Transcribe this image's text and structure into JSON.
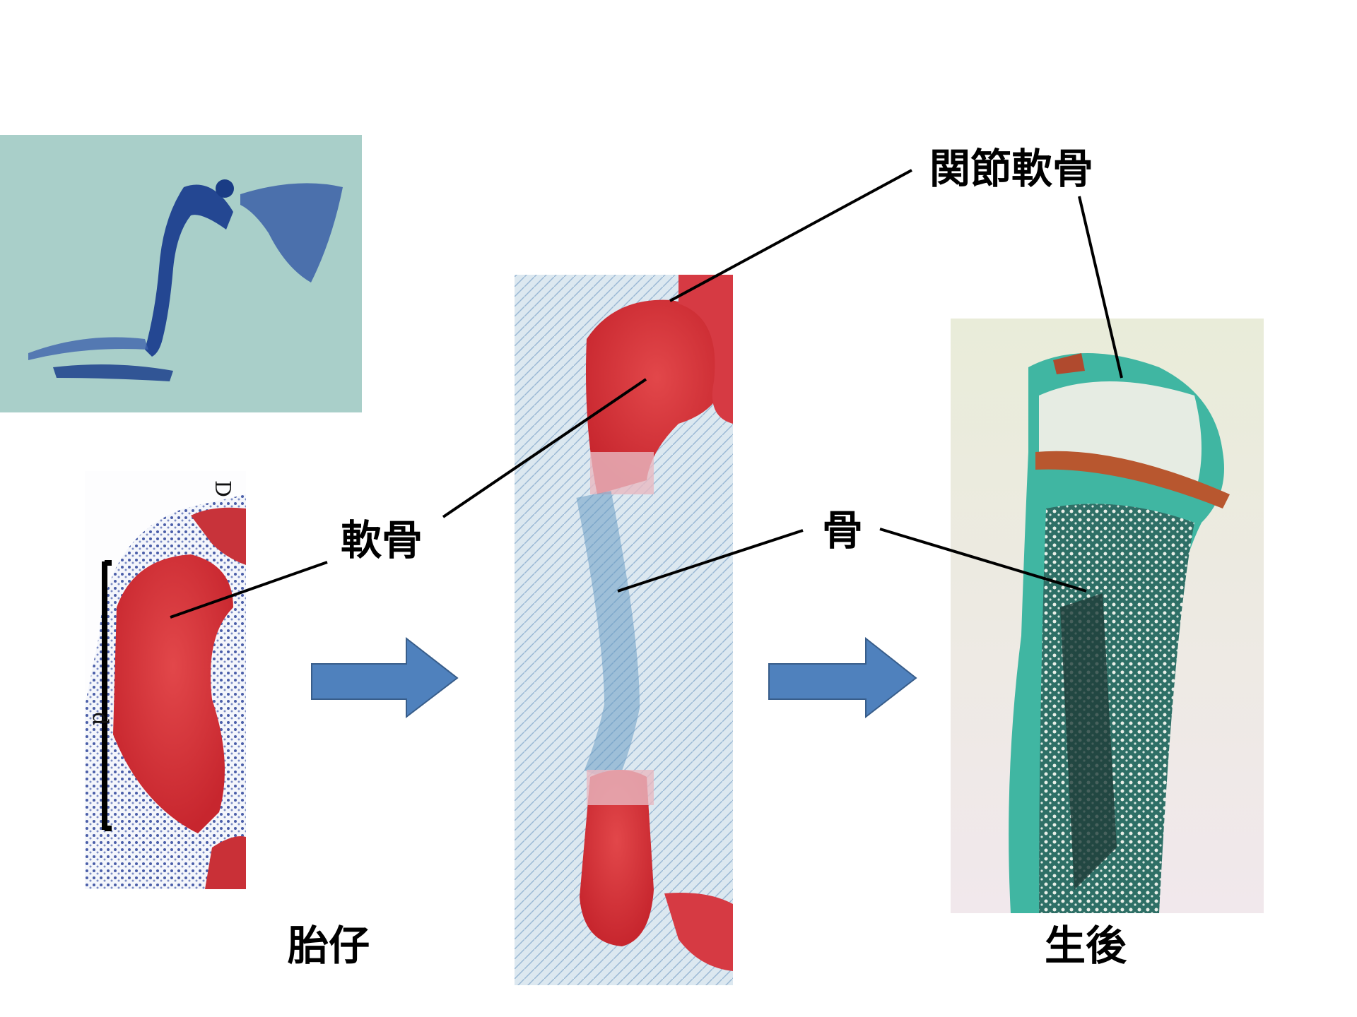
{
  "labels": {
    "articular_cartilage": "関節軟骨",
    "cartilage": "軟骨",
    "bone": "骨",
    "embryo": "胎仔",
    "postnatal": "生後"
  },
  "micrograph_marks": {
    "upper": "D",
    "lower": "d"
  },
  "colors": {
    "arrow_fill": "#4f81bd",
    "arrow_stroke": "#385d8a",
    "cartilage_red": "#d8343a",
    "alcian_blue": "#1f4e9a",
    "mature_green": "#3fb8a4"
  }
}
